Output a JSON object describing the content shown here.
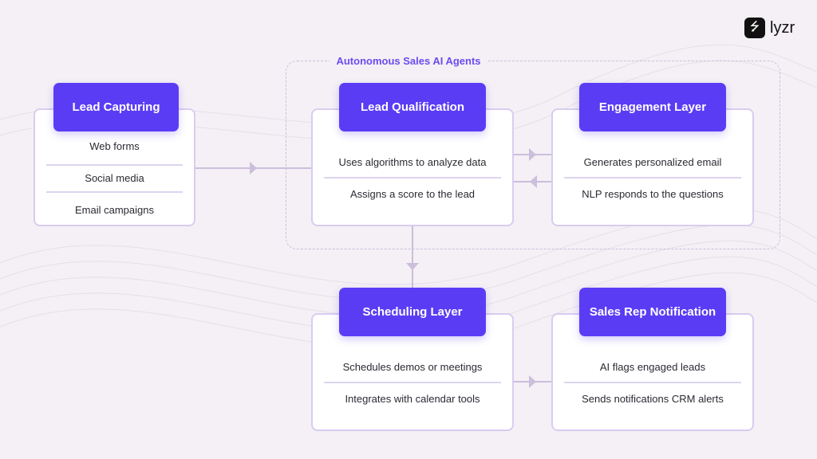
{
  "brand": {
    "name": "lyzr"
  },
  "group": {
    "title": "Autonomous Sales AI Agents"
  },
  "nodes": {
    "lead_capturing": {
      "title": "Lead Capturing",
      "items": [
        "Web forms",
        "Social media",
        "Email campaigns"
      ]
    },
    "lead_qualification": {
      "title": "Lead Qualification",
      "items": [
        "Uses algorithms to analyze data",
        "Assigns a score to the lead"
      ]
    },
    "engagement": {
      "title": "Engagement Layer",
      "items": [
        "Generates personalized email",
        "NLP responds to the questions"
      ]
    },
    "scheduling": {
      "title": "Scheduling Layer",
      "items": [
        "Schedules demos or meetings",
        "Integrates with calendar tools"
      ]
    },
    "sales_rep": {
      "title": "Sales Rep Notification",
      "items": [
        "AI flags engaged leads",
        "Sends notifications CRM alerts"
      ]
    }
  },
  "colors": {
    "accent": "#5b3cf5",
    "border": "#d8ccf0",
    "background": "#f4f0f5"
  }
}
